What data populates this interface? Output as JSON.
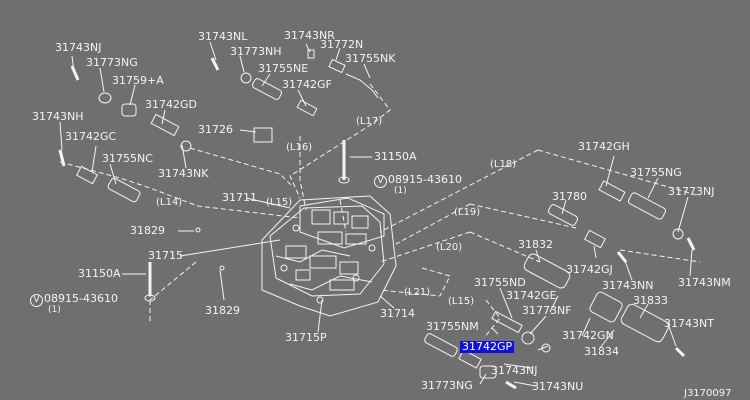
{
  "diagram_id": "J3170097",
  "selected_part": "31742GP",
  "colors": {
    "background": "#6f6f6f",
    "lines": "#f4f4f4",
    "selection": "#1010d8"
  },
  "parts": {
    "p31743NJ_a": "31743NJ",
    "p31773NG_a": "31773NG",
    "p31759A": "31759+A",
    "p31743NL": "31743NL",
    "p31743NR": "31743NR",
    "p31773NH": "31773NH",
    "p31772N": "31772N",
    "p31755NK": "31755NK",
    "p31755NE": "31755NE",
    "p31742GF": "31742GF",
    "p31743NH": "31743NH",
    "p31742GD": "31742GD",
    "p31742GC": "31742GC",
    "p31726": "31726",
    "p31755NC": "31755NC",
    "p31743NK": "31743NK",
    "p31150A_a": "31150A",
    "p31742GH": "31742GH",
    "p31755NG": "31755NG",
    "p31773NJ_b": "31773NJ",
    "p31711": "31711",
    "p31780": "31780",
    "p31829_a": "31829",
    "p31715": "31715",
    "p31832": "31832",
    "p31742GJ": "31742GJ",
    "p31150A_b": "31150A",
    "p31743NN": "31743NN",
    "p31743NM": "31743NM",
    "p31755ND": "31755ND",
    "p31742GE": "31742GE",
    "p31833": "31833",
    "p31773NF": "31773NF",
    "p31829_b": "31829",
    "p31714": "31714",
    "p31743NT": "31743NT",
    "p31755NM": "31755NM",
    "p31742GN": "31742GN",
    "p31715P": "31715P",
    "p31742GP": "31742GP",
    "p31834": "31834",
    "p31743NJ_c": "31743NJ",
    "p31773NG_b": "31773NG",
    "p31743NU": "31743NU"
  },
  "washer_refs": {
    "a": {
      "symbol": "V",
      "code": "08915-43610",
      "qty": "(1)"
    },
    "b": {
      "symbol": "V",
      "code": "08915-43610",
      "qty": "(1)"
    }
  },
  "passages": {
    "L17": "(L17)",
    "L16": "(L16)",
    "L18": "(L18)",
    "L14": "(L14)",
    "L15a": "(L15)",
    "L19": "(L19)",
    "L20": "(L20)",
    "L21": "(L21)",
    "L15b": "(L15)"
  }
}
